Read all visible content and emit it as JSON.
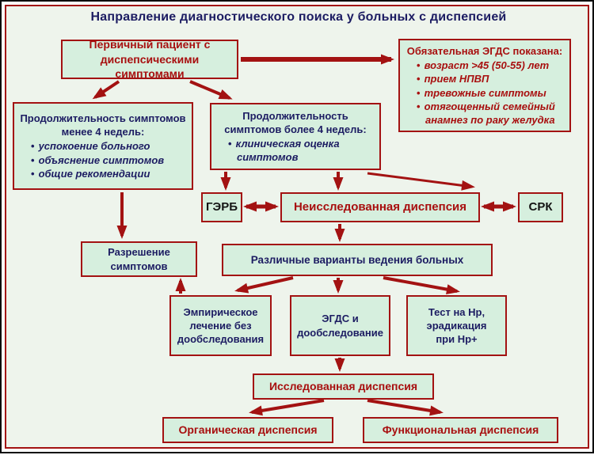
{
  "title": "Направление диагностического поиска у больных с диспепсией",
  "colors": {
    "page_bg": "#eef4ec",
    "box_bg": "#d6efde",
    "accent_red": "#a31212",
    "text_red": "#a80f0f",
    "navy": "#1c1c62",
    "ink": "#141414"
  },
  "boxes": {
    "primary_patient": {
      "text": "Первичный пациент с диспепсическими симптомами"
    },
    "egds_mandatory": {
      "title": "Обязательная ЭГДС показана:",
      "bullets": [
        "возраст >45 (50-55) лет",
        "прием НПВП",
        "тревожные симптомы",
        "отягощенный семейный анамнез по раку желудка"
      ]
    },
    "less_4_weeks": {
      "title": "Продолжительность симптомов менее 4 недель:",
      "bullets": [
        "успокоение больного",
        "объяснение симптомов",
        "общие рекомендации"
      ]
    },
    "more_4_weeks": {
      "title": "Продолжительность симптомов более 4 недель:",
      "bullets": [
        "клиническая оценка симптомов"
      ]
    },
    "gerd": {
      "text": "ГЭРБ"
    },
    "uninvestigated": {
      "text": "Неисследованная диспепсия"
    },
    "ibs": {
      "text": "СРК"
    },
    "resolution": {
      "text": "Разрешение симптомов"
    },
    "variants": {
      "text": "Различные варианты ведения больных"
    },
    "empirical": {
      "text": "Эмпирическое лечение без дообследования"
    },
    "egds_followup": {
      "text": "ЭГДС и дообследование"
    },
    "hp_test": {
      "text": "Тест на Нр, эрадикация при Нр+"
    },
    "investigated": {
      "text": "Исследованная диспепсия"
    },
    "organic": {
      "text": "Органическая диспепсия"
    },
    "functional": {
      "text": "Функциональная диспепсия"
    }
  }
}
